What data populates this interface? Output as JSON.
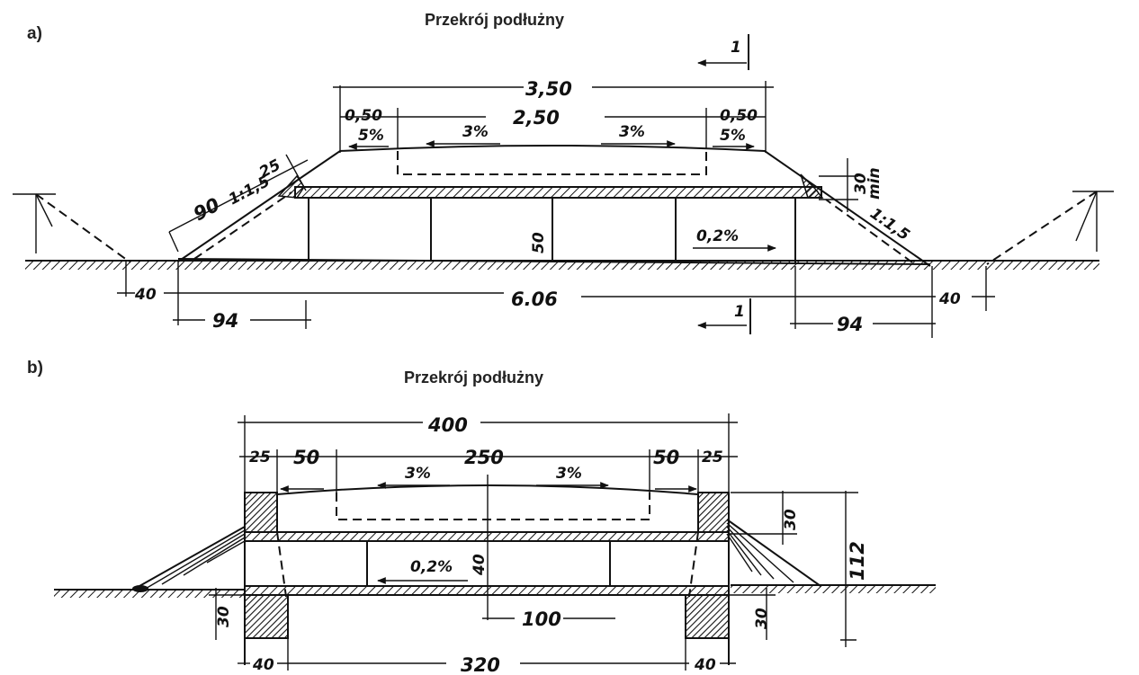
{
  "figure_a": {
    "label": "a)",
    "title": "Przekrój podłużny",
    "dims": {
      "total_top": "3,50",
      "left_top": "0,50",
      "center_top": "2,50",
      "right_top": "0,50",
      "slope_left_pct": "5%",
      "slope_right_pct": "5%",
      "crown_left_pct": "3%",
      "crown_right_pct": "3%",
      "fill_depth": "25",
      "left_slope_len": "90",
      "left_slope_ratio": "1:1,5",
      "right_slope_ratio": "1:1,5",
      "right_depth": "30",
      "right_depth_note": "min",
      "height": "50",
      "long_slope_pct": "0,2%",
      "left_offset": "40",
      "right_offset": "40",
      "base_width": "6.06",
      "left_bottom": "94",
      "right_bottom": "94",
      "section_mark_top": "1",
      "section_mark_bottom": "1"
    }
  },
  "figure_b": {
    "label": "b)",
    "title": "Przekrój podłużny",
    "dims": {
      "total_top": "400",
      "left_edge": "25",
      "left_mid": "50",
      "center": "250",
      "right_mid": "50",
      "right_edge": "25",
      "crown_left_pct": "3%",
      "crown_right_pct": "3%",
      "right_depth": "30",
      "height_total": "112",
      "long_slope_pct": "0,2%",
      "mid_height": "40",
      "left_bottom_depth": "30",
      "right_bottom_depth": "30",
      "inner_width": "100",
      "left_foot": "40",
      "bottom_width": "320",
      "right_foot": "40"
    }
  }
}
